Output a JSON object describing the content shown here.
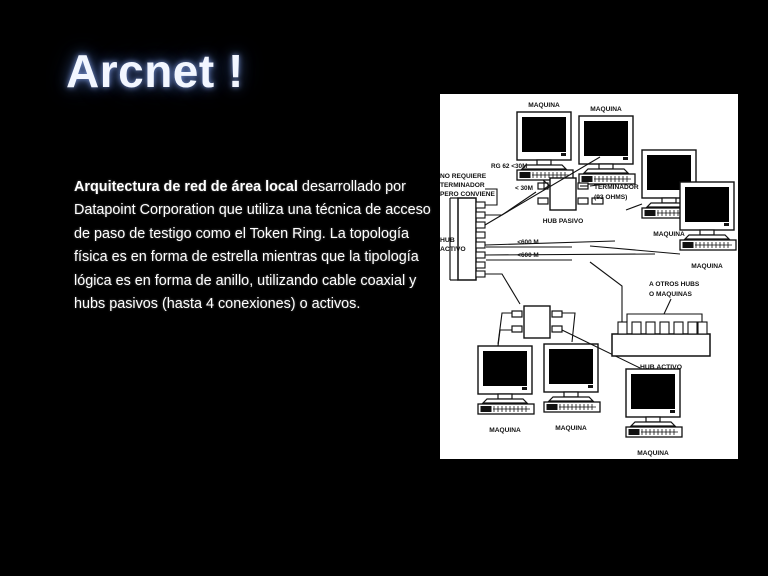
{
  "slide": {
    "background_color": "#000000",
    "title": "Arcnet !",
    "title_color": "#f2f6ff",
    "text_color": "#ffffff"
  },
  "body": {
    "lead": "Arquitectura de red de área local",
    "rest": " desarrollado por Datapoint Corporation que utiliza una técnica de acceso de paso de testigo como el Token Ring. La topología física es en forma de estrella mientras que la tipología lógica es en forma de anillo, utilizando cable coaxial y hubs pasivos (hasta 4 conexiones) o activos."
  },
  "diagram": {
    "background_color": "#ffffff",
    "line_color": "#111111",
    "labels": {
      "maquina_top_left": "MAQUINA",
      "maquina_top_right": "MAQUINA",
      "maquina_right_upper": "MAQUINA",
      "maquina_right_lower": "MAQUINA",
      "maquina_bottom_left": "MAQUINA",
      "maquina_bottom_mid": "MAQUINA",
      "maquina_bottom_right": "MAQUINA",
      "rg62": "RG 62  <30M",
      "dist_30m": "< 30M",
      "hub_pasivo": "HUB PASIVO",
      "terminador_line1": "TERMINADOR",
      "terminador_line2": "(93 OHMS)",
      "no_requiere_line1": "NO REQUIERE",
      "no_requiere_line2": "TERMINADOR",
      "no_requiere_line3": "PERO CONVIENE",
      "hub_activo_left_line1": "HUB",
      "hub_activo_left_line2": "ACTIVO",
      "dist_600m_upper": "<600 M",
      "dist_600m_lower": "<600 M",
      "a_otros_line1": "A OTROS HUBS",
      "a_otros_line2": "O MAQUINAS",
      "hub_activo_right": "HUB ACTIVO"
    }
  }
}
